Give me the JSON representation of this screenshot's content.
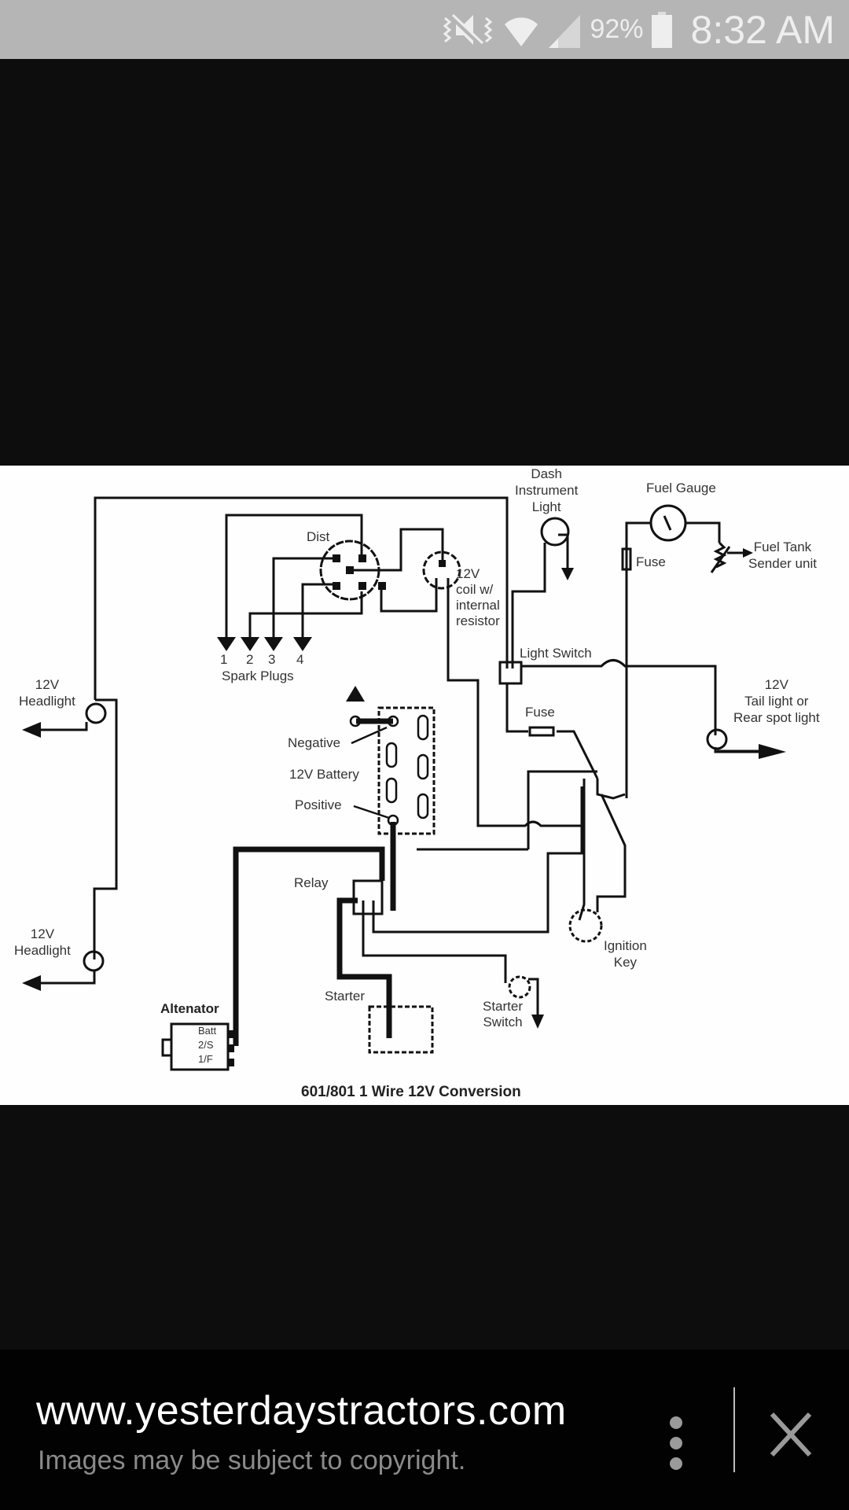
{
  "status_bar": {
    "icons": [
      "mute-vibrate-icon",
      "wifi-icon",
      "cell-signal-icon",
      "battery-icon"
    ],
    "battery_percent": "92%",
    "time": "8:32 AM"
  },
  "image_viewer": {
    "diagram": {
      "title": "601/801 1 Wire 12V Conversion",
      "labels": {
        "dist": "Dist",
        "spark_plug_numbers": [
          "1",
          "2",
          "3",
          "4"
        ],
        "spark_plugs": "Spark Plugs",
        "coil": [
          "12V",
          "coil w/",
          "internal",
          "resistor"
        ],
        "dash_light": [
          "Dash",
          "Instrument",
          "Light"
        ],
        "fuel_gauge": "Fuel Gauge",
        "fuse_top": "Fuse",
        "fuel_tank": [
          "Fuel Tank",
          "Sender unit"
        ],
        "light_switch": "Light Switch",
        "fuse_mid": "Fuse",
        "tail_light": [
          "12V",
          "Tail light or",
          "Rear spot light"
        ],
        "headlight_top": [
          "12V",
          "Headlight"
        ],
        "headlight_bottom": [
          "12V",
          "Headlight"
        ],
        "negative": "Negative",
        "battery": "12V Battery",
        "positive": "Positive",
        "relay": "Relay",
        "starter": "Starter",
        "starter_switch": [
          "Starter",
          "Switch"
        ],
        "ignition_key": [
          "Ignition",
          "Key"
        ],
        "alternator": "Altenator",
        "alt_terminals": [
          "Batt",
          "2/S",
          "1/F"
        ]
      }
    }
  },
  "source_bar": {
    "url": "www.yesterdaystractors.com",
    "copyright": "Images may be subject to copyright.",
    "more_icon": "more-vertical-icon",
    "close_icon": "close-icon"
  }
}
